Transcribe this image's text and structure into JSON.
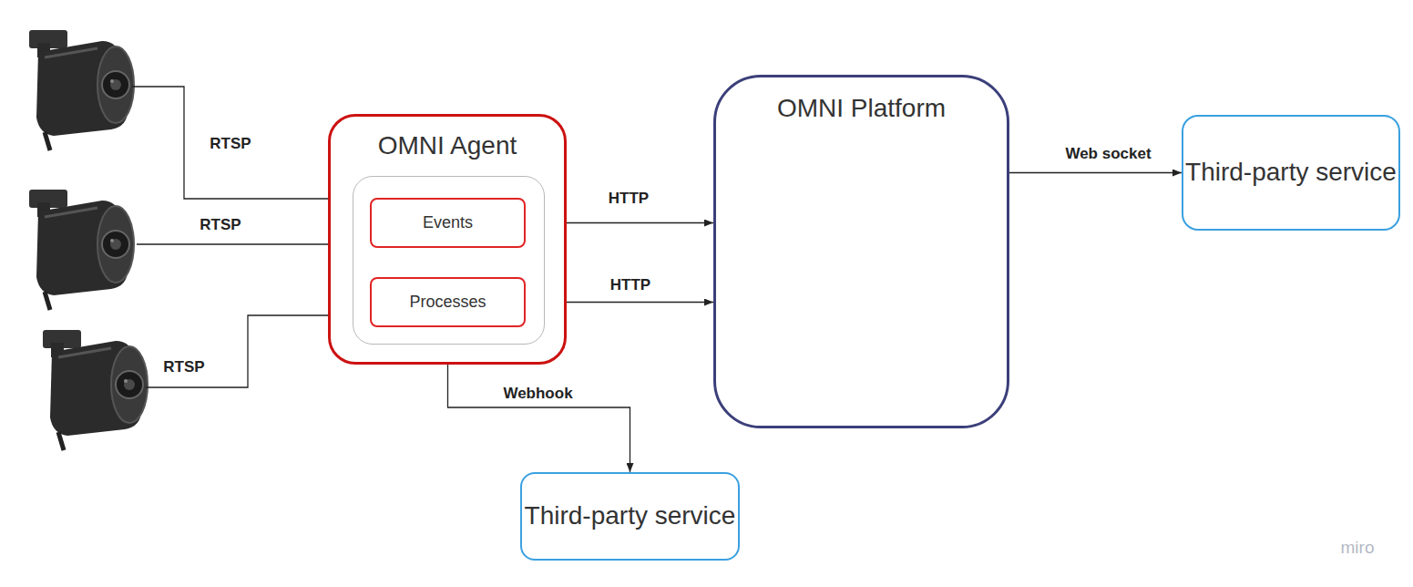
{
  "diagram": {
    "nodes": [
      {
        "text": [
          "OMNI Agent"
        ]
      },
      {
        "text": [
          "Events"
        ],
        "in": 0
      },
      {
        "text": [
          "Processes"
        ],
        "in": 0
      },
      {
        "text": [
          "OMNI Platform"
        ]
      },
      {
        "text": [
          "Third-party service"
        ]
      },
      {
        "text": [
          "Third-party service"
        ]
      }
    ],
    "edges": [
      {
        "from": 1,
        "to": 3,
        "label": "HTTP",
        "arrow": "to"
      },
      {
        "from": 2,
        "to": 3,
        "label": "HTTP",
        "arrow": "to"
      },
      {
        "from": 3,
        "to": 4,
        "label": "Web socket",
        "arrow": "to"
      },
      {
        "from": 2,
        "to": 5,
        "label": "Webhook",
        "arrow": "to"
      }
    ],
    "labels": [
      "RTSP",
      "RTSP",
      "RTSP",
      "miro"
    ]
  }
}
